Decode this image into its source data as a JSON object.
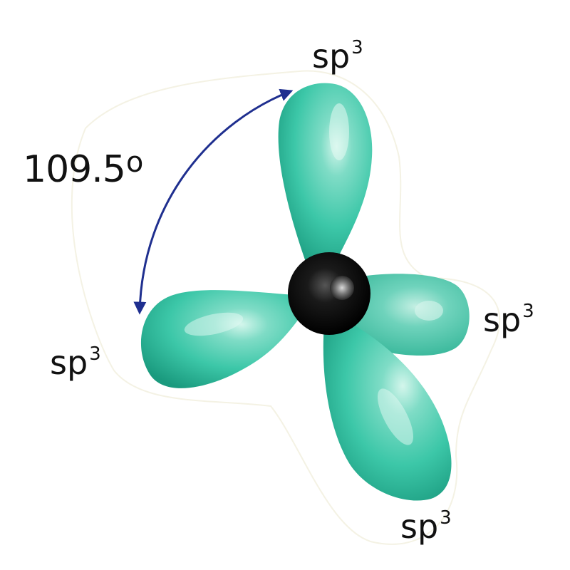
{
  "diagram": {
    "orbitals": [
      {
        "base": "sp",
        "sup": "3"
      },
      {
        "base": "sp",
        "sup": "3"
      },
      {
        "base": "sp",
        "sup": "3"
      },
      {
        "base": "sp",
        "sup": "3"
      }
    ],
    "angle": {
      "value": "109.5",
      "unit": "o"
    },
    "colors": {
      "lobe": "#3cc7a8",
      "lobe_dark": "#1c9c80",
      "lobe_highlight": "#c9f3e8",
      "nucleus": "#111111",
      "arrow": "#1f2f8f"
    }
  }
}
